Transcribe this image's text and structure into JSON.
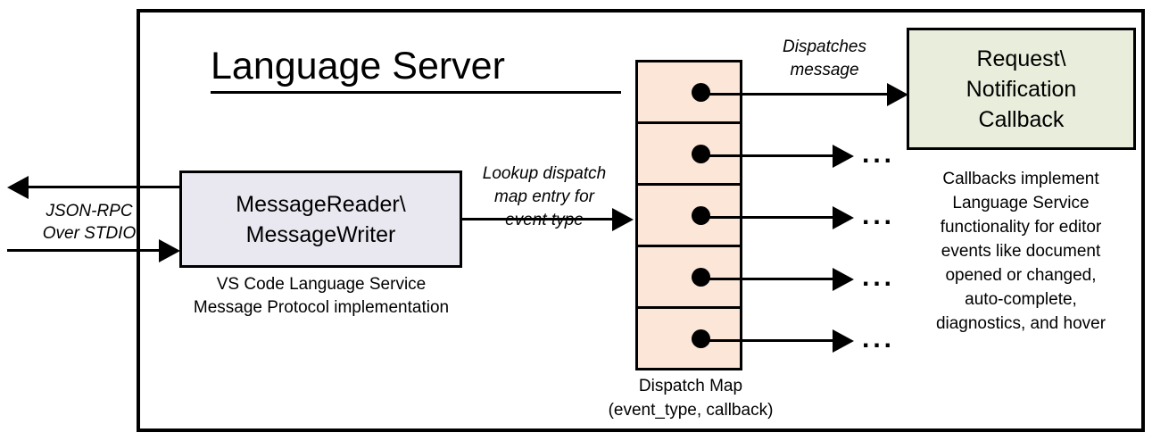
{
  "diagram": {
    "type": "flow",
    "title": "Language Server",
    "container": {
      "label": "Language Server",
      "underlined": true
    },
    "external_io": {
      "label": "JSON-RPC\nOver STDIO",
      "line1": "JSON-RPC",
      "line2": "Over STDIO",
      "outbound_arrow": "arrow-left",
      "inbound_arrow": "arrow-right"
    },
    "reader_node": {
      "line1": "MessageReader\\",
      "line2": "MessageWriter",
      "caption_line1": "VS Code Language Service",
      "caption_line2": "Message Protocol implementation",
      "fill": "#E9E7F0",
      "stroke": "#000000"
    },
    "lookup_edge": {
      "line1": "Lookup dispatch",
      "line2": "map entry for",
      "line3": "event type",
      "style": "italic"
    },
    "dispatch_map": {
      "caption_line1": "Dispatch Map",
      "caption_line2": "(event_type, callback)",
      "fill": "#FCE6D8",
      "stroke": "#000000",
      "row_count": 5,
      "rows": [
        {
          "index": 1,
          "marker": "callback-dot",
          "target": "Request\\Notification Callback"
        },
        {
          "index": 2,
          "marker": "callback-dot",
          "target": "..."
        },
        {
          "index": 3,
          "marker": "callback-dot",
          "target": "..."
        },
        {
          "index": 4,
          "marker": "callback-dot",
          "target": "..."
        },
        {
          "index": 5,
          "marker": "callback-dot",
          "target": "..."
        }
      ]
    },
    "dispatch_edge": {
      "line1": "Dispatches",
      "line2": "message",
      "style": "italic"
    },
    "callback_node": {
      "line1": "Request\\",
      "line2": "Notification",
      "line3": "Callback",
      "fill": "#E8EDDC",
      "stroke": "#000000",
      "caption_line1": "Callbacks implement",
      "caption_line2": "Language Service",
      "caption_line3": "functionality for editor",
      "caption_line4": "events like document",
      "caption_line5": "opened or changed,",
      "caption_line6": "auto-complete,",
      "caption_line7": "diagnostics, and hover"
    },
    "ellipsis_marks": [
      "...",
      "...",
      "...",
      "..."
    ]
  }
}
